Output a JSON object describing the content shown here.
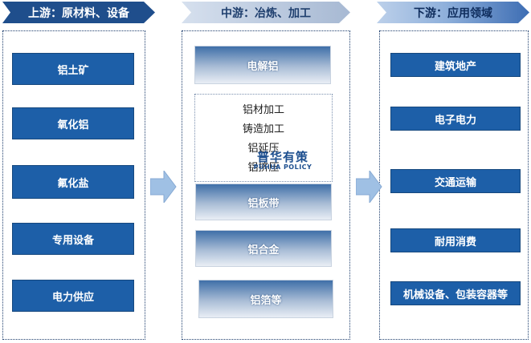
{
  "stages": {
    "upstream": {
      "title": "上游：原材料、设备",
      "items": [
        "铝土矿",
        "氧化铝",
        "氟化盐",
        "专用设备",
        "电力供应"
      ]
    },
    "midstream": {
      "title": "中游：冶炼、加工",
      "primary": "电解铝",
      "processing": [
        "铝材加工",
        "铸造加工",
        "铝延压",
        "铝挤压"
      ],
      "products": [
        "铝板带",
        "铝合金",
        "铝箔等"
      ]
    },
    "downstream": {
      "title": "下游：应用领域",
      "items": [
        "建筑地产",
        "电子电力",
        "交通运输",
        "耐用消费",
        "机械设备、包装容器等"
      ]
    }
  },
  "watermark": {
    "cn": "普华有策",
    "en": "PUHUA POLICY"
  },
  "colors": {
    "dark_blue": "#1d5fa8",
    "header_dark": "#1f4e8c",
    "arrow": "#9fc0e4"
  }
}
